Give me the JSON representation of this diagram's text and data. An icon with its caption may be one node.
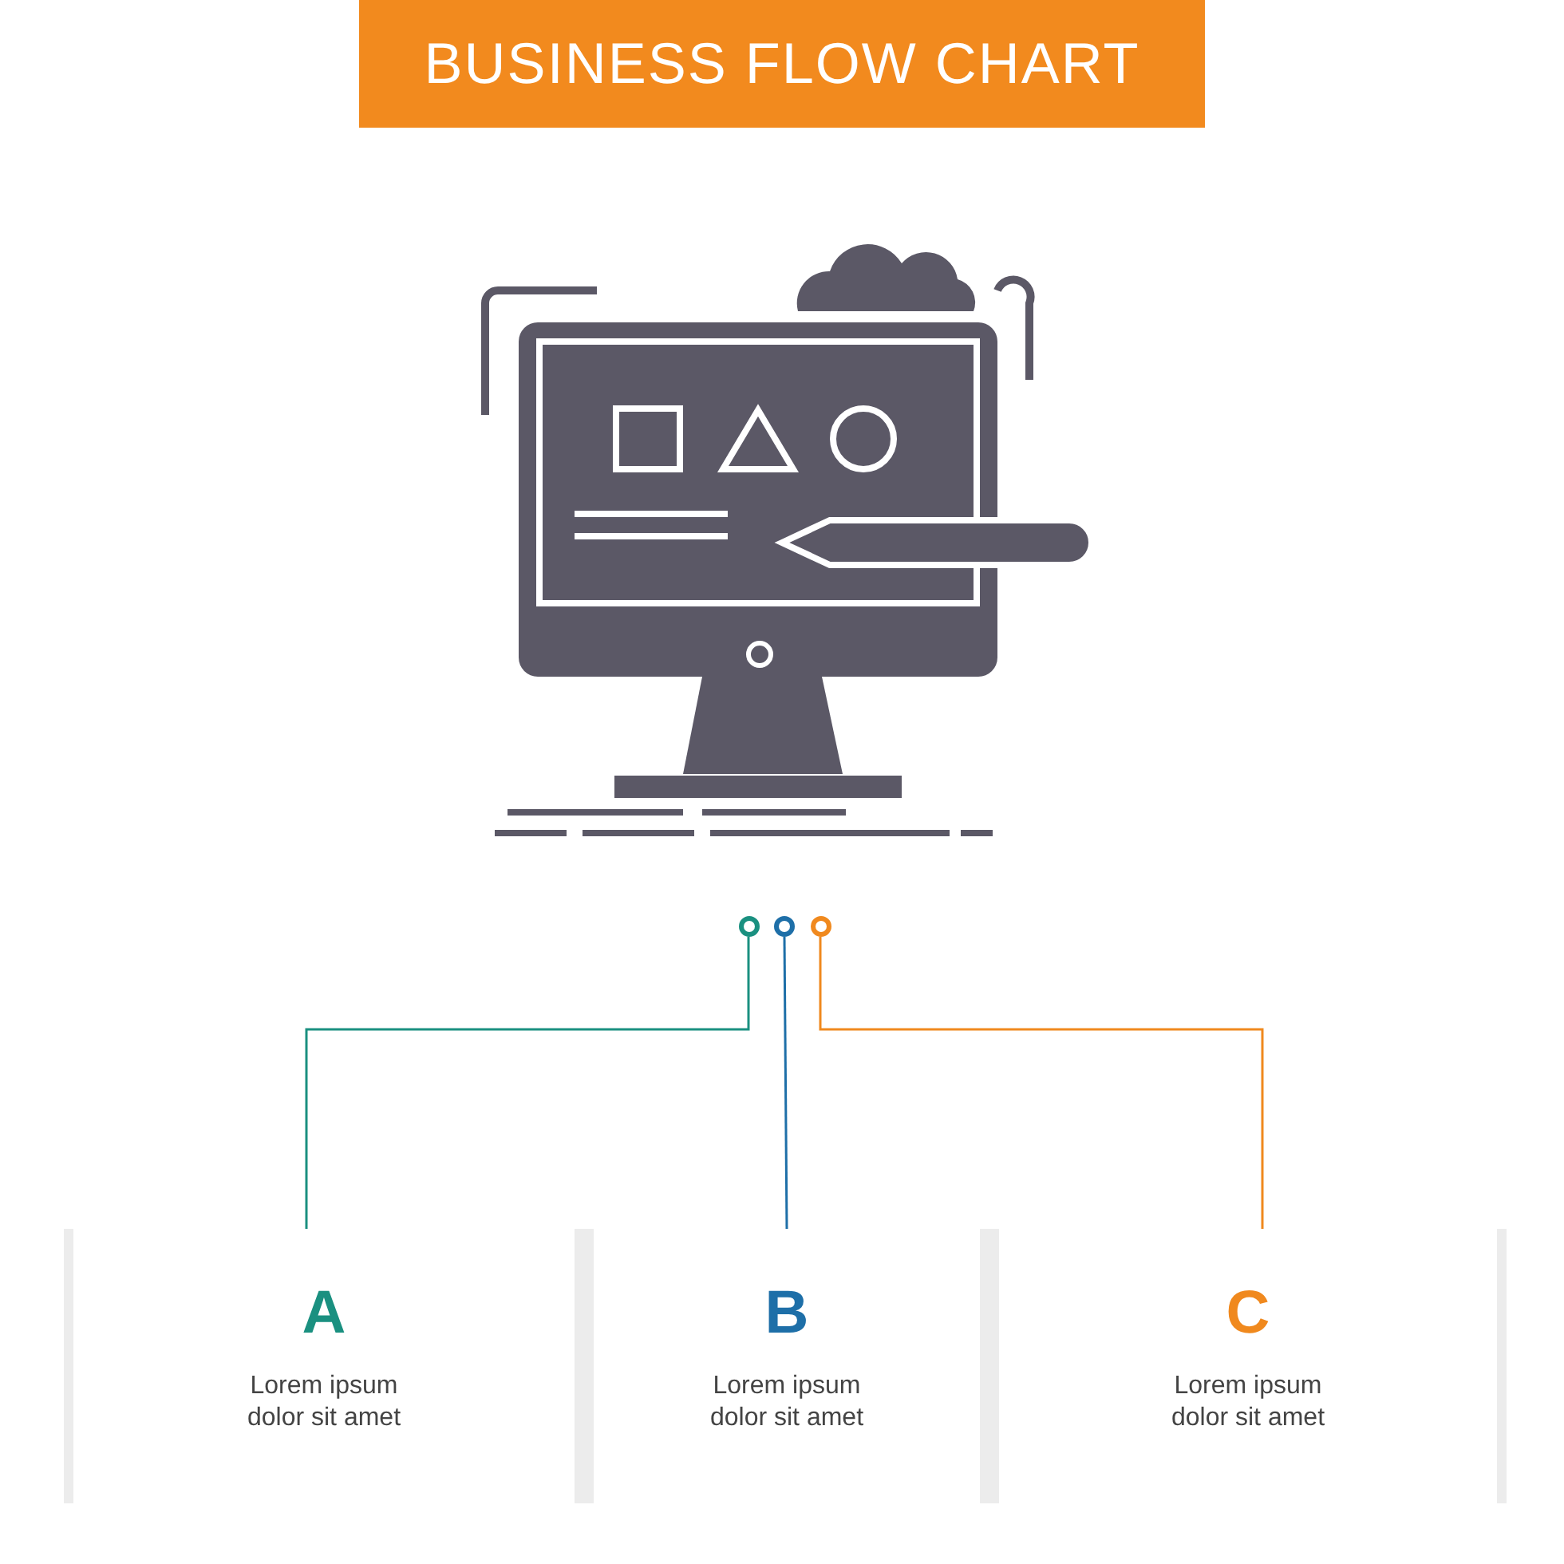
{
  "diagram": {
    "title": "BUSINESS FLOW CHART",
    "nodes": [
      {
        "text": [],
        "shape": "circle"
      },
      {
        "text": [],
        "shape": "circle"
      },
      {
        "text": [],
        "shape": "circle"
      },
      {
        "text": [
          "A",
          "Lorem ipsum dolor sit amet"
        ]
      },
      {
        "text": [
          "B",
          "Lorem ipsum dolor sit amet"
        ]
      },
      {
        "text": [
          "C",
          "Lorem ipsum dolor sit amet"
        ]
      }
    ],
    "edges": [
      {
        "from": 0,
        "to": 3,
        "arrow": "none",
        "color": "#1a9080"
      },
      {
        "from": 1,
        "to": 4,
        "arrow": "none",
        "color": "#1e6fa8"
      },
      {
        "from": 2,
        "to": 5,
        "arrow": "none",
        "color": "#f0891e"
      }
    ]
  }
}
